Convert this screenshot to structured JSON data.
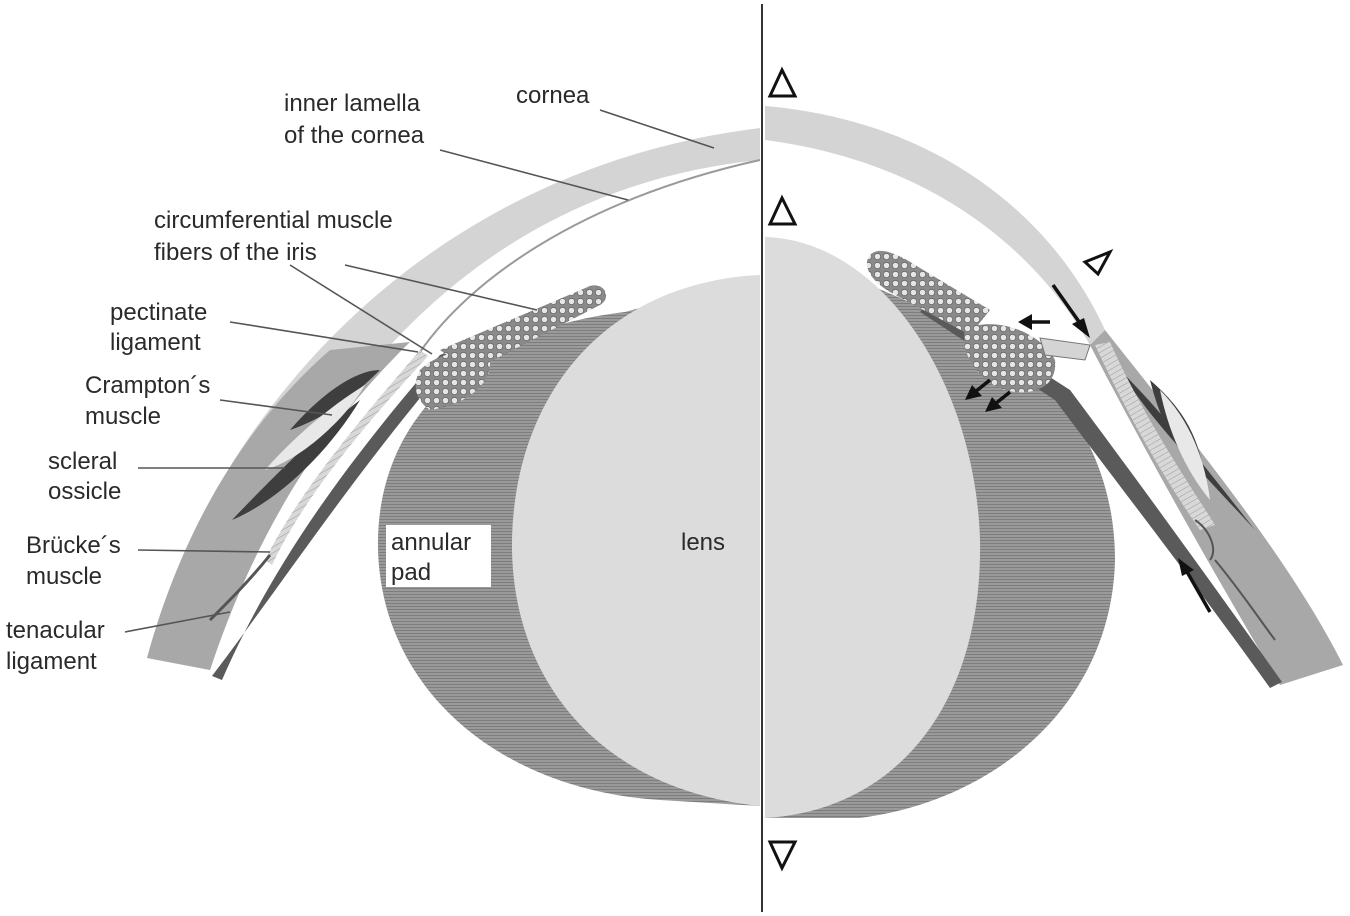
{
  "labels": {
    "cornea": "cornea",
    "inner_lamella_1": "inner lamella",
    "inner_lamella_2": "of the cornea",
    "circumferential_1": "circumferential muscle",
    "circumferential_2": "fibers of the iris",
    "pectinate_1": "pectinate",
    "pectinate_2": "ligament",
    "crampton_1": "Crampton´s",
    "crampton_2": "muscle",
    "scleral_1": "scleral",
    "scleral_2": "ossicle",
    "brucke_1": "Brücke´s",
    "brucke_2": "muscle",
    "tenacular_1": "tenacular",
    "tenacular_2": "ligament",
    "annular_1": "annular",
    "annular_2": "pad",
    "lens": "lens"
  }
}
